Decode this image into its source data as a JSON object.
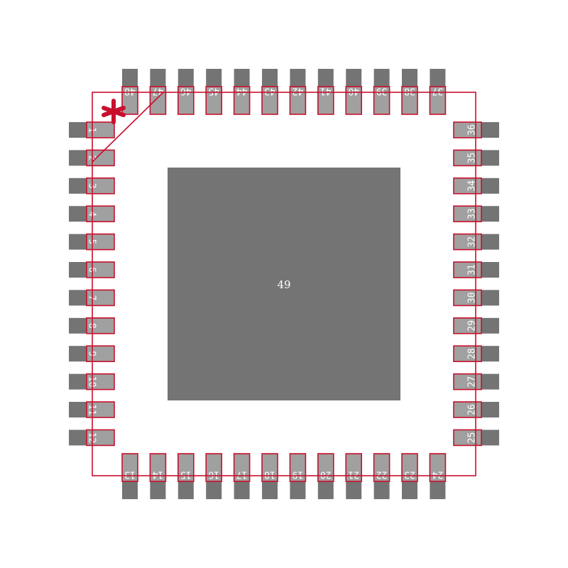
{
  "colors": {
    "lead": "#747474",
    "pad": "#a0a0a0",
    "outline": "#c8102e",
    "thermal_pad": "#747474",
    "label": "#ffffff"
  },
  "pin1_marker": {
    "icon": "asterisk-icon"
  },
  "thermal_pad": {
    "label": "49"
  },
  "pins": {
    "left": [
      "1",
      "2",
      "3",
      "4",
      "5",
      "6",
      "7",
      "8",
      "9",
      "10",
      "11",
      "12"
    ],
    "bottom": [
      "13",
      "14",
      "15",
      "16",
      "17",
      "18",
      "19",
      "20",
      "21",
      "22",
      "23",
      "24"
    ],
    "right": [
      "25",
      "26",
      "27",
      "28",
      "29",
      "30",
      "31",
      "32",
      "33",
      "34",
      "35",
      "36"
    ],
    "top": [
      "37",
      "38",
      "39",
      "40",
      "41",
      "42",
      "43",
      "44",
      "45",
      "46",
      "47",
      "48"
    ]
  }
}
